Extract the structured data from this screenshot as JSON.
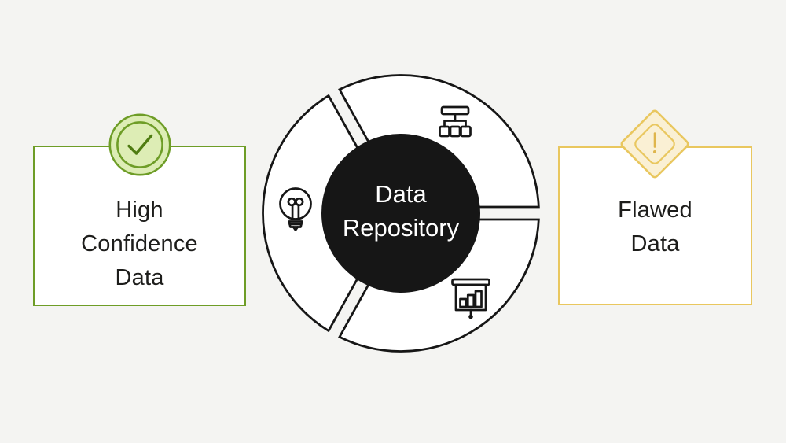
{
  "colors": {
    "bg": "#f4f4f2",
    "card-bg": "#ffffff",
    "ink": "#161616",
    "text": "#1d1d1b",
    "center-text": "#ffffff",
    "green": "#6e9d27",
    "green-fill": "#ddedb5",
    "green-check": "#4f7c12",
    "yellow": "#e9c75f",
    "yellow-fill": "#faf0d4",
    "yellow-mark": "#dfb54b"
  },
  "left_card": {
    "label": "High\nConfidence\nData",
    "badge_icon": "check-circle-icon"
  },
  "center": {
    "label": "Data\nRepository",
    "segments": [
      {
        "icon": "org-chart-icon",
        "start": 0,
        "end": 119
      },
      {
        "icon": "lightbulb-icon",
        "start": 119,
        "end": 241
      },
      {
        "icon": "presentation-chart-icon",
        "start": 241,
        "end": 360
      }
    ]
  },
  "right_card": {
    "label": "Flawed\nData",
    "badge_icon": "warning-diamond-icon"
  }
}
